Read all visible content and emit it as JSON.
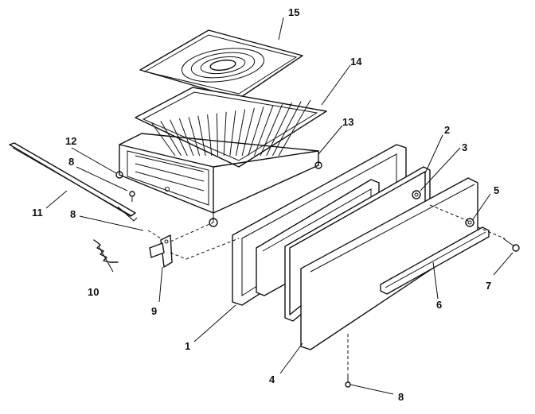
{
  "callouts": {
    "c1": "1",
    "c2": "2",
    "c3": "3",
    "c4": "4",
    "c5": "5",
    "c6": "6",
    "c7": "7",
    "c8a": "8",
    "c8b": "8",
    "c8c": "8",
    "c9": "9",
    "c10": "10",
    "c11": "11",
    "c12": "12",
    "c13": "13",
    "c14": "14",
    "c15": "15"
  }
}
